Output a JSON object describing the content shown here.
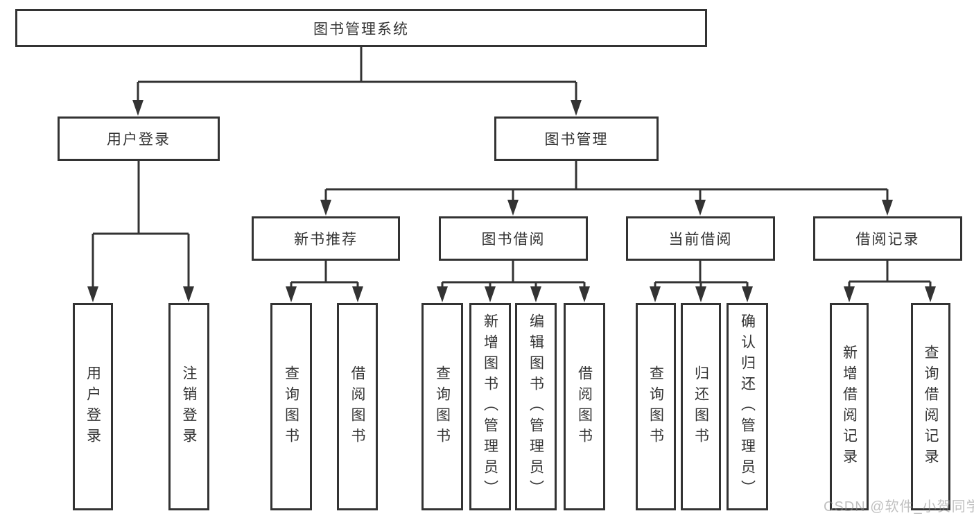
{
  "diagram": {
    "type": "hierarchy-tree",
    "colors": {
      "line": "#333333",
      "text": "#333333",
      "background": "#ffffff",
      "watermark_gray": "#8c8c8c"
    },
    "tree": {
      "root": {
        "label": "图书管理系统"
      },
      "branches": [
        {
          "label": "用户登录",
          "children": [
            {
              "label": "用户登录"
            },
            {
              "label": "注销登录"
            }
          ]
        },
        {
          "label": "图书管理",
          "children": [
            {
              "label": "新书推荐",
              "children": [
                {
                  "label": "查询图书"
                },
                {
                  "label": "借阅图书"
                }
              ]
            },
            {
              "label": "图书借阅",
              "children": [
                {
                  "label": "查询图书"
                },
                {
                  "label": "新增图书（管理员）"
                },
                {
                  "label": "编辑图书（管理员）"
                },
                {
                  "label": "借阅图书"
                }
              ]
            },
            {
              "label": "当前借阅",
              "children": [
                {
                  "label": "查询图书"
                },
                {
                  "label": "归还图书"
                },
                {
                  "label": "确认归还（管理员）"
                }
              ]
            },
            {
              "label": "借阅记录",
              "children": [
                {
                  "label": "新增借阅记录"
                },
                {
                  "label": "查询借阅记录"
                }
              ]
            }
          ]
        }
      ]
    },
    "watermark": {
      "text": "CSDN @软件_小贺同学"
    }
  }
}
